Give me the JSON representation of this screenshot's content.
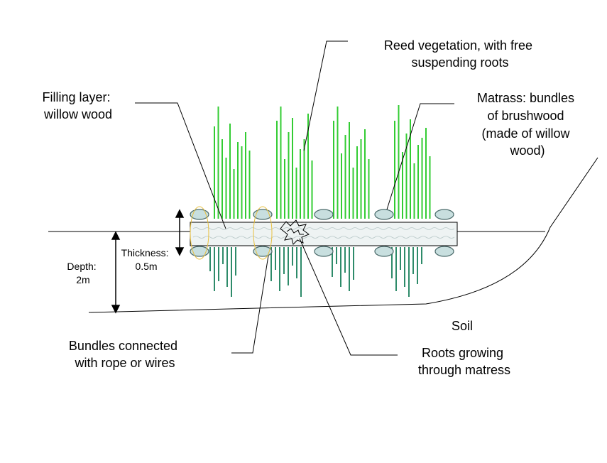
{
  "labels": {
    "reed": [
      "Reed vegetation, with free",
      "suspending roots"
    ],
    "filling": [
      "Filling layer:",
      "willow wood"
    ],
    "matrass": [
      "Matrass: bundles",
      "of brushwood",
      "(made of willow",
      "wood)"
    ],
    "thickness": [
      "Thickness:",
      "0.5m"
    ],
    "depth": [
      "Depth:",
      "2m"
    ],
    "soil": "Soil",
    "bundles": [
      "Bundles connected",
      "with rope or wires"
    ],
    "roots": [
      "Roots growing",
      "through matress"
    ]
  },
  "colors": {
    "reed_above": "#33cc33",
    "roots_below": "#2e8b6a",
    "bundle_fill": "#c8dfdf",
    "bundle_stroke": "#4a6a6a",
    "rope": "#e8c040",
    "mat_fill": "#eef3f3"
  }
}
